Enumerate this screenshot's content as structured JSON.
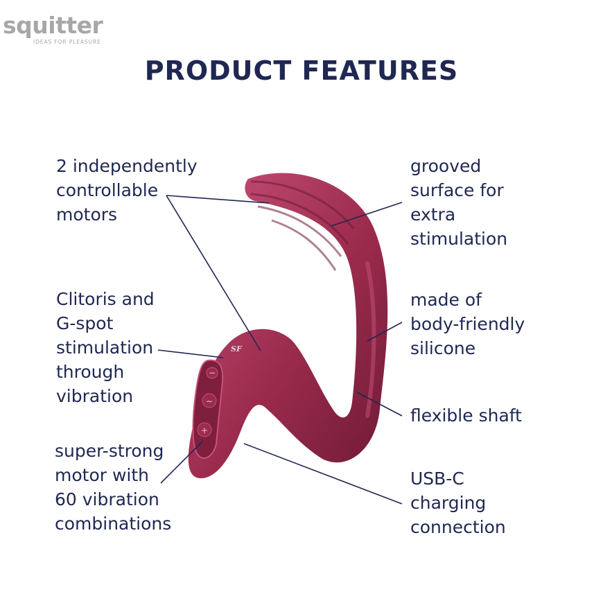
{
  "brand": {
    "name": "squitter",
    "tagline": "IDEAS FOR PLEASURE",
    "color_text": "#a7a7a7",
    "color_dot": "#b5b5b5"
  },
  "header": {
    "title": "PRODUCT FEATURES"
  },
  "theme": {
    "text_color": "#1f2752",
    "line_color": "#1f2752",
    "product_color": "#9b2b4d",
    "product_highlight": "#c8517a",
    "product_shadow": "#6e1a36",
    "panel_color": "#7d1f3d"
  },
  "features_left": [
    {
      "id": "motors",
      "text": "2 independently\ncontrollable\nmotors"
    },
    {
      "id": "stimulation",
      "text": "Clitoris and\nG-spot\nstimulation\nthrough\nvibration"
    },
    {
      "id": "motor-combinations",
      "text": "super-strong\nmotor with\n60 vibration\ncombinations"
    }
  ],
  "features_right": [
    {
      "id": "grooved",
      "text": "grooved\nsurface for\nextra\nstimulation"
    },
    {
      "id": "silicone",
      "text": "made of\nbody-friendly\nsilicone"
    },
    {
      "id": "flexible",
      "text": "flexible shaft"
    },
    {
      "id": "usb",
      "text": "USB-C\ncharging\nconnection"
    }
  ],
  "product": {
    "logo_mark": "SF",
    "buttons": [
      {
        "name": "power-icon",
        "glyph": "−"
      },
      {
        "name": "wave-icon",
        "glyph": "∼"
      },
      {
        "name": "plus-minus-icon",
        "glyph": "+"
      }
    ]
  }
}
